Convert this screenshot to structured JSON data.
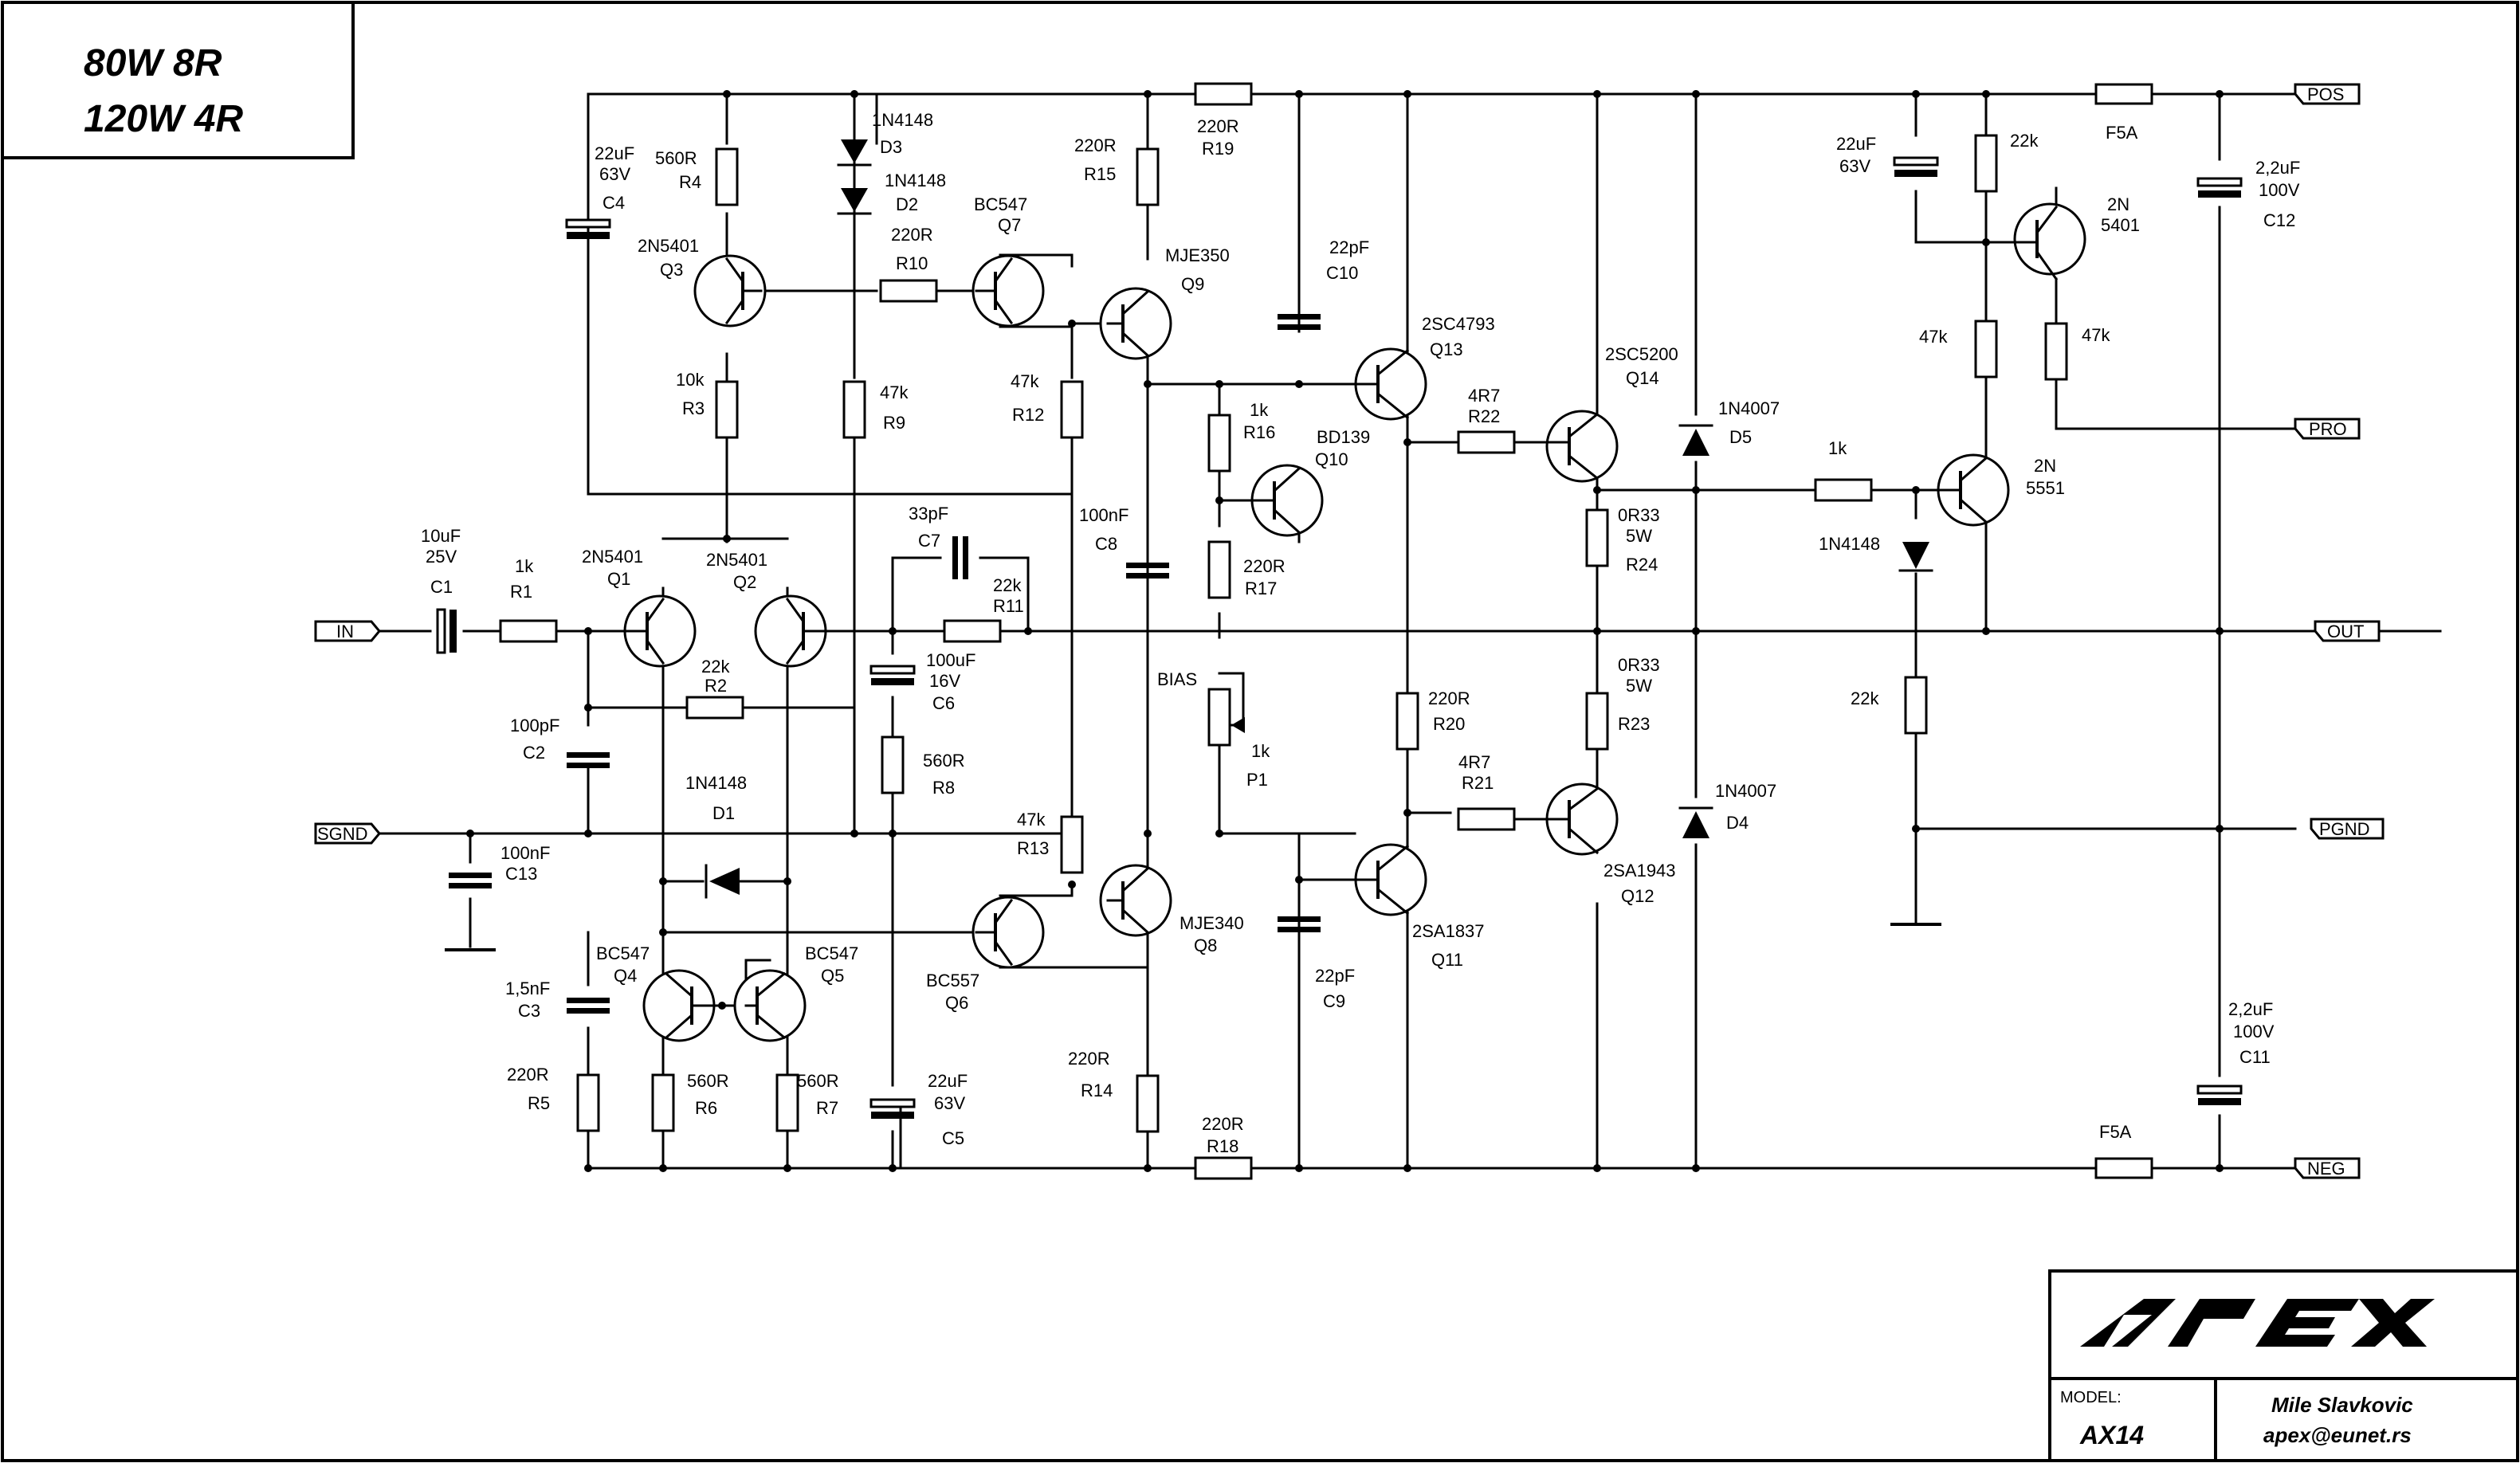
{
  "title": {
    "line1": "80W 8R",
    "line2": "120W 4R"
  },
  "title_block": {
    "brand": "APEX",
    "model_label": "MODEL:",
    "model": "AX14",
    "author": "Mile Slavkovic",
    "email": "apex@eunet.rs"
  },
  "connectors": {
    "in": "IN",
    "sgnd": "SGND",
    "pos": "POS",
    "neg": "NEG",
    "out": "OUT",
    "pro": "PRO",
    "pgnd": "PGND"
  },
  "components": {
    "C1": [
      "10uF",
      "25V",
      "C1"
    ],
    "R1": [
      "1k",
      "R1"
    ],
    "Q1": [
      "2N5401",
      "Q1"
    ],
    "Q2": [
      "2N5401",
      "Q2"
    ],
    "R2": [
      "22k",
      "R2"
    ],
    "C2": [
      "100pF",
      "C2"
    ],
    "C13": [
      "100nF",
      "C13"
    ],
    "D1": [
      "1N4148",
      "D1"
    ],
    "Q4": [
      "BC547",
      "Q4"
    ],
    "Q5": [
      "BC547",
      "Q5"
    ],
    "C3": [
      "1,5nF",
      "C3"
    ],
    "R5": [
      "220R",
      "R5"
    ],
    "R6": [
      "560R",
      "R6"
    ],
    "R7": [
      "560R",
      "R7"
    ],
    "C4": [
      "22uF",
      "63V",
      "C4"
    ],
    "R4": [
      "560R",
      "R4"
    ],
    "Q3": [
      "2N5401",
      "Q3"
    ],
    "R3": [
      "10k",
      "R3"
    ],
    "D3": [
      "1N4148",
      "D3"
    ],
    "D2": [
      "1N4148",
      "D2"
    ],
    "R9": [
      "47k",
      "R9"
    ],
    "R10": [
      "220R",
      "R10"
    ],
    "Q7": [
      "BC547",
      "Q7"
    ],
    "R15": [
      "220R",
      "R15"
    ],
    "R19": [
      "220R",
      "R19"
    ],
    "Q9": [
      "MJE350",
      "Q9"
    ],
    "R12": [
      "47k",
      "R12"
    ],
    "C7": [
      "33pF",
      "C7"
    ],
    "R11": [
      "22k",
      "R11"
    ],
    "C6": [
      "100uF",
      "16V",
      "C6"
    ],
    "R8": [
      "560R",
      "R8"
    ],
    "C5": [
      "22uF",
      "63V",
      "C5"
    ],
    "R13": [
      "47k",
      "R13"
    ],
    "Q6": [
      "BC557",
      "Q6"
    ],
    "Q8": [
      "MJE340",
      "Q8"
    ],
    "R14": [
      "220R",
      "R14"
    ],
    "R18": [
      "220R",
      "R18"
    ],
    "C8": [
      "100nF",
      "C8"
    ],
    "C10": [
      "22pF",
      "C10"
    ],
    "C9": [
      "22pF",
      "C9"
    ],
    "R16": [
      "1k",
      "R16"
    ],
    "Q10": [
      "BD139",
      "Q10"
    ],
    "R17": [
      "220R",
      "R17"
    ],
    "P1": [
      "BIAS",
      "1k",
      "P1"
    ],
    "Q13": [
      "2SC4793",
      "Q13"
    ],
    "Q11": [
      "2SA1837",
      "Q11"
    ],
    "R20": [
      "220R",
      "R20"
    ],
    "R22": [
      "4R7",
      "R22"
    ],
    "R21": [
      "4R7",
      "R21"
    ],
    "Q14": [
      "2SC5200",
      "Q14"
    ],
    "Q12": [
      "2SA1943",
      "Q12"
    ],
    "R24": [
      "0R33",
      "5W",
      "R24"
    ],
    "R23": [
      "0R33",
      "5W",
      "R23"
    ],
    "D5": [
      "1N4007",
      "D5"
    ],
    "D4": [
      "1N4007",
      "D4"
    ],
    "F_top": [
      "F5A"
    ],
    "F_bot": [
      "F5A"
    ],
    "C12": [
      "2,2uF",
      "100V",
      "C12"
    ],
    "C11": [
      "2,2uF",
      "100V",
      "C11"
    ],
    "C_prot": [
      "22uF",
      "63V"
    ],
    "R_prot_22k_top": [
      "22k"
    ],
    "Q_prot_pnp": [
      "2N",
      "5401"
    ],
    "R_prot_47k_a": [
      "47k"
    ],
    "R_prot_47k_b": [
      "47k"
    ],
    "R_prot_1k": [
      "1k"
    ],
    "Q_prot_npn": [
      "2N",
      "5551"
    ],
    "D_prot": [
      "1N4148"
    ],
    "R_prot_22k_bot": [
      "22k"
    ]
  }
}
